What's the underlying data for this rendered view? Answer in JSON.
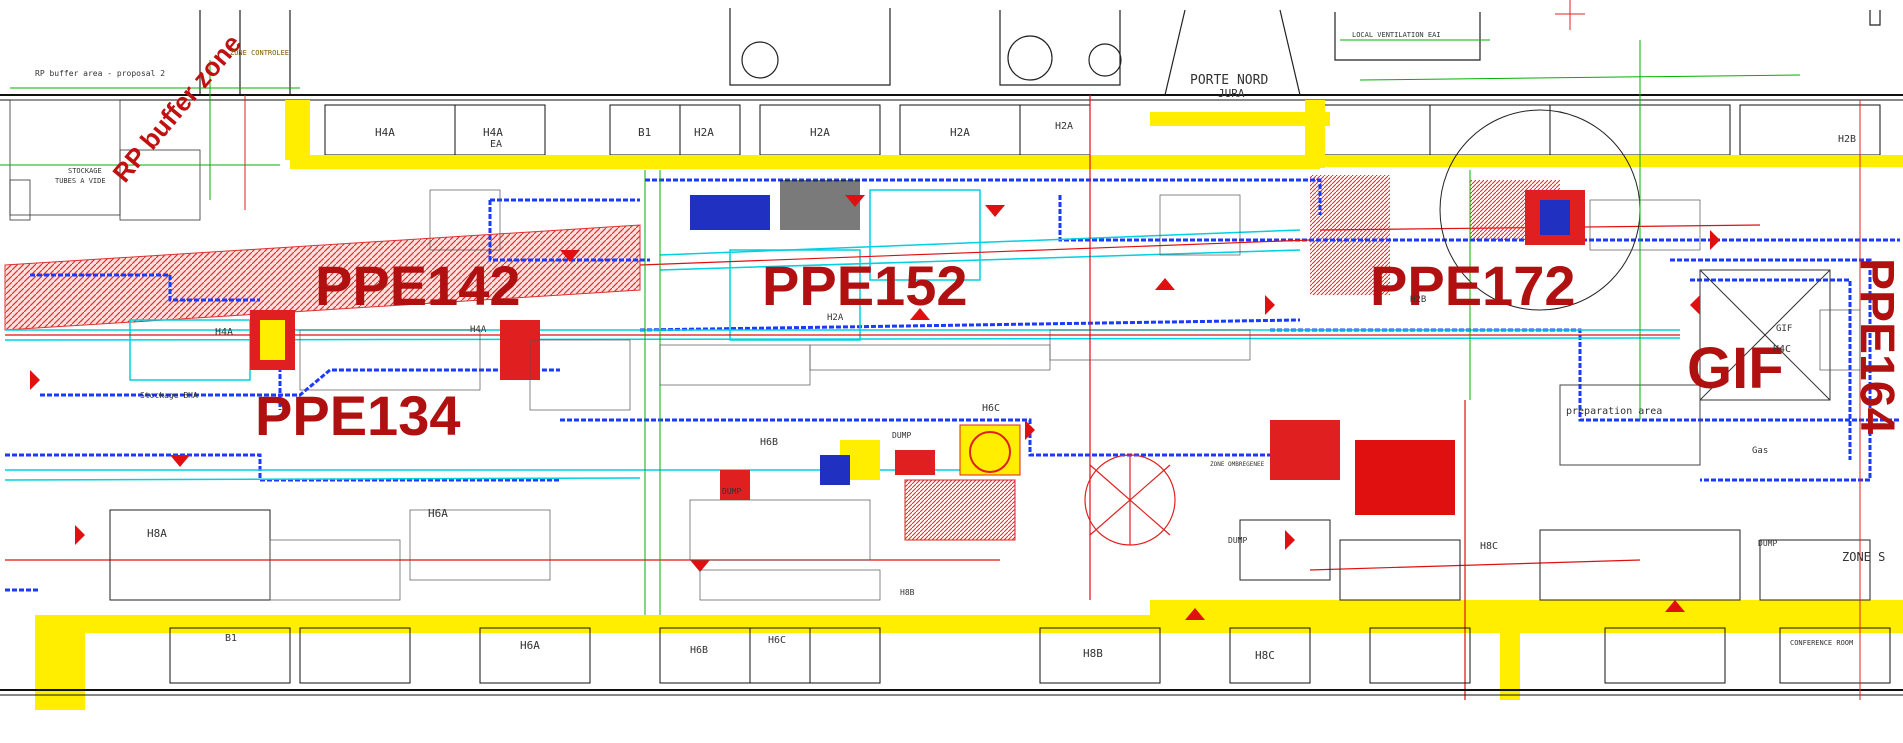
{
  "zones": {
    "ppe142": "PPE142",
    "ppe152": "PPE152",
    "ppe172": "PPE172",
    "ppe134": "PPE134",
    "ppe164": "PPE164",
    "gif": "GIF",
    "rp_buffer": "RP buffer zone"
  },
  "top_labels": {
    "rp_buffer_proposal": "RP buffer area - proposal 2",
    "zone_controle": "ZONE CONTROLEE",
    "porte_nord": "PORTE NORD",
    "jura": "JURA",
    "local_ventilation": "LOCAL VENTILATION EAI",
    "zone_ombre": "ZONE OMBREGENEE"
  },
  "beam_labels": {
    "h4a_1": "H4A",
    "h4a_2": "H4A",
    "ea": "EA",
    "b1": "B1",
    "h2a_1": "H2A",
    "h2a_2": "H2A",
    "h2a_3": "H2A",
    "h2a_4": "H2A",
    "h2b": "H2B",
    "h4a_mid": "H4A",
    "h4a_mid2": "H4A",
    "h2a_mid": "H2A",
    "stockage": "Stockage BHA",
    "h4c": "H4C",
    "gif_small": "GIF",
    "gas": "Gas",
    "prep": "preparation area",
    "h6c": "H6C",
    "h6b": "H6B",
    "dump1": "DUMP",
    "dump2": "DUMP",
    "dump3": "DUMP",
    "dump4": "DUMP",
    "h8a": "H8A",
    "h6a": "H6A",
    "h8b": "H8B",
    "h8c": "H8C",
    "zone_s": "ZONE S",
    "b1_bot": "B1",
    "h6a_bot": "H6A",
    "h6b_bot": "H6B",
    "h6c_bot": "H6C",
    "h8b_bot": "H8B",
    "h8c_bot": "H8C",
    "conference": "CONFERENCE ROOM",
    "h2b_right": "H2B",
    "stockage_left": "STOCKAGE",
    "tubes": "TUBES A VIDE"
  },
  "colors": {
    "zone_label": "#b01010",
    "yellow": "#ffee00",
    "blue": "#1a3aff",
    "cyan": "#00d0e0",
    "red": "#e01010",
    "green": "#00b000",
    "gray": "#555555"
  }
}
